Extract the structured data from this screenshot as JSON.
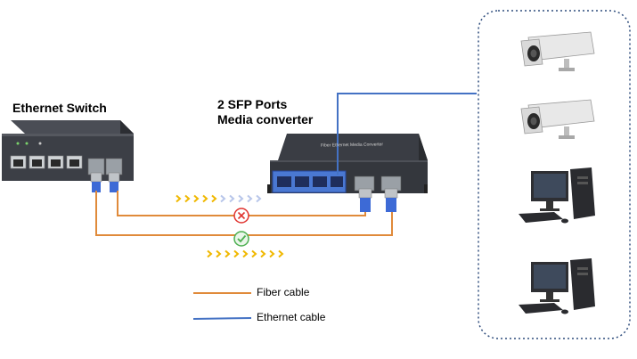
{
  "switch": {
    "title": "Ethernet Switch"
  },
  "converter": {
    "title_line1": "2 SFP Ports",
    "title_line2": "Media converter",
    "top_label": "Fiber Ethernet Media Converter"
  },
  "legend": {
    "fiber": "Fiber cable",
    "ethernet": "Ethernet cable"
  },
  "colors": {
    "fiber": "#e08a3a",
    "ethernet": "#4472c4",
    "arrow": "#f0b800",
    "arrow_faded": "#b8c6ea",
    "fail": "#e0332f",
    "ok": "#4caf50",
    "group_border": "#2f4d7d"
  },
  "devices": [
    {
      "icon": "ip-camera-icon"
    },
    {
      "icon": "ip-camera-icon"
    },
    {
      "icon": "desktop-computer-icon"
    },
    {
      "icon": "desktop-computer-icon"
    }
  ]
}
